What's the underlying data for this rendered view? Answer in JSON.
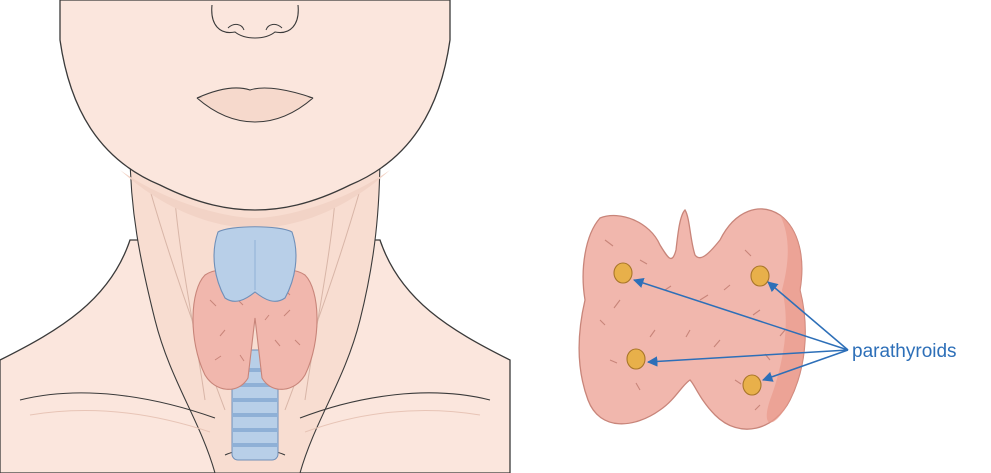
{
  "figure": {
    "label_text": "parathyroids",
    "colors": {
      "skin": "#fbe6dd",
      "skin_shadow": "#f2d3c6",
      "outline": "#3a3a3a",
      "cartilage": "#b8cfe8",
      "cartilage_dark": "#8fb0d6",
      "thyroid_left": "#f1b7ad",
      "thyroid_right": "#f0a69a",
      "parathyroid": "#e8b04a",
      "arrow": "#2d6fb8"
    },
    "left_panel_icon": "neck-anatomy-illustration",
    "right_panel_icon": "thyroid-gland-posterior-view",
    "parathyroid_count": 4
  }
}
